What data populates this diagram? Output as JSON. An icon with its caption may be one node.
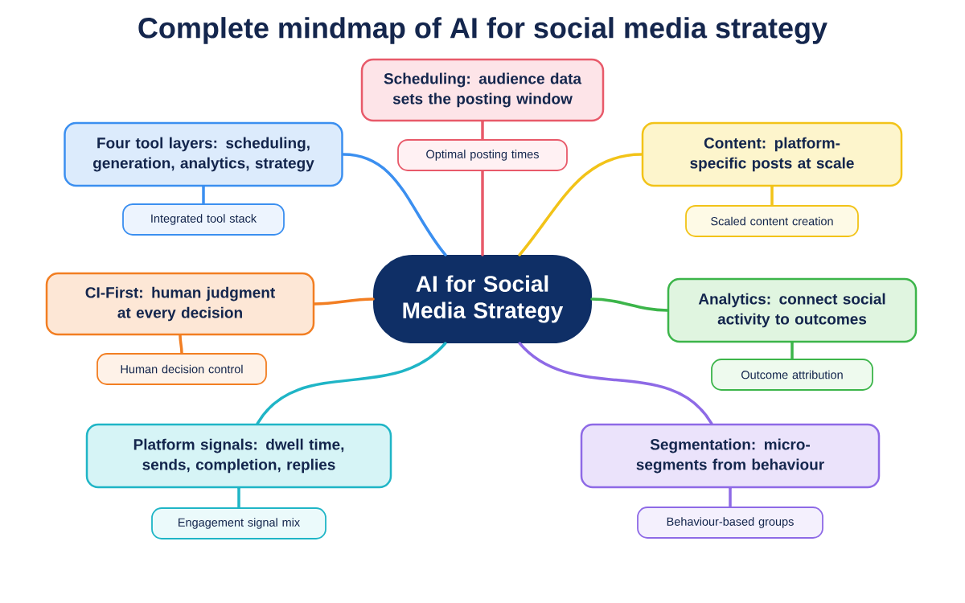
{
  "diagram": {
    "title": "Complete mindmap of AI for social media strategy",
    "nodes": [
      {
        "text": [
          "AI for Social Media Strategy"
        ]
      },
      {
        "text": [
          "Scheduling: audience data sets the posting window"
        ]
      },
      {
        "text": [
          "Optimal posting times"
        ]
      },
      {
        "text": [
          "Four tool layers: scheduling, generation, analytics, strategy"
        ]
      },
      {
        "text": [
          "Integrated tool stack"
        ]
      },
      {
        "text": [
          "Content: platform-specific posts at scale"
        ]
      },
      {
        "text": [
          "Scaled content creation"
        ]
      },
      {
        "text": [
          "CI-First: human judgment at every decision"
        ]
      },
      {
        "text": [
          "Human decision control"
        ]
      },
      {
        "text": [
          "Analytics: connect social activity to outcomes"
        ]
      },
      {
        "text": [
          "Outcome attribution"
        ]
      },
      {
        "text": [
          "Platform signals: dwell time, sends, completion, replies"
        ]
      },
      {
        "text": [
          "Engagement signal mix"
        ]
      },
      {
        "text": [
          "Segmentation: micro-segments from behaviour"
        ]
      },
      {
        "text": [
          "Behaviour-based groups"
        ]
      }
    ],
    "edges": [
      {
        "from": 0,
        "to": 2,
        "arrow": "none",
        "color": "#e85a6a"
      },
      {
        "from": 1,
        "to": 2,
        "arrow": "none",
        "color": "#e85a6a"
      },
      {
        "from": 0,
        "to": 3,
        "arrow": "none",
        "color": "#3b8ff0"
      },
      {
        "from": 3,
        "to": 4,
        "arrow": "none",
        "color": "#3b8ff0"
      },
      {
        "from": 0,
        "to": 5,
        "arrow": "none",
        "color": "#f2c318"
      },
      {
        "from": 5,
        "to": 6,
        "arrow": "none",
        "color": "#f2c318"
      },
      {
        "from": 0,
        "to": 7,
        "arrow": "none",
        "color": "#f27e22"
      },
      {
        "from": 7,
        "to": 8,
        "arrow": "none",
        "color": "#f27e22"
      },
      {
        "from": 0,
        "to": 9,
        "arrow": "none",
        "color": "#3cb54a"
      },
      {
        "from": 9,
        "to": 10,
        "arrow": "none",
        "color": "#3cb54a"
      },
      {
        "from": 0,
        "to": 11,
        "arrow": "none",
        "color": "#1fb5c6"
      },
      {
        "from": 11,
        "to": 12,
        "arrow": "none",
        "color": "#1fb5c6"
      },
      {
        "from": 0,
        "to": 13,
        "arrow": "none",
        "color": "#8e6ae6"
      },
      {
        "from": 13,
        "to": 14,
        "arrow": "none",
        "color": "#8e6ae6"
      }
    ]
  }
}
